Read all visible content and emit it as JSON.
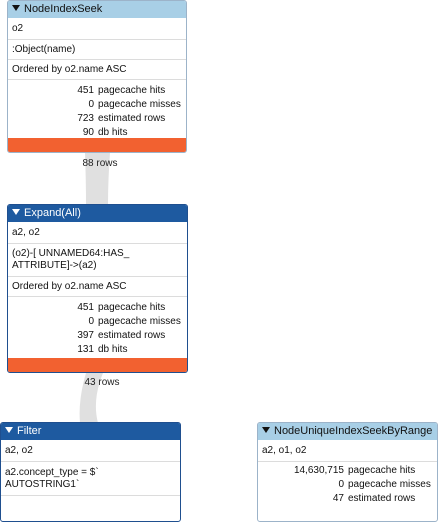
{
  "colors": {
    "header_light": "#a8cfe6",
    "header_dark": "#1e5aa0",
    "time_bar": "#f26130",
    "edge": "#e0e0e0"
  },
  "nodes": {
    "node_index_seek": {
      "title": "NodeIndexSeek",
      "identifiers": "o2",
      "details": ":Object(name)",
      "order": "Ordered by o2.name ASC",
      "stats": [
        {
          "value": "451",
          "label": "pagecache hits"
        },
        {
          "value": "0",
          "label": "pagecache misses"
        },
        {
          "value": "723",
          "label": "estimated rows"
        },
        {
          "value": "90",
          "label": "db hits"
        }
      ]
    },
    "expand_all": {
      "title": "Expand(All)",
      "identifiers": "a2, o2",
      "details_line1": "(o2)-[ UNNAMED64:HAS_",
      "details_line2": "ATTRIBUTE]->(a2)",
      "order": "Ordered by o2.name ASC",
      "stats": [
        {
          "value": "451",
          "label": "pagecache hits"
        },
        {
          "value": "0",
          "label": "pagecache misses"
        },
        {
          "value": "397",
          "label": "estimated rows"
        },
        {
          "value": "131",
          "label": "db hits"
        }
      ]
    },
    "filter": {
      "title": "Filter",
      "identifiers": "a2, o2",
      "details_line1": "a2.concept_type = $`",
      "details_line2": "AUTOSTRING1`"
    },
    "node_unique_index_seek_by_range": {
      "title": "NodeUniqueIndexSeekByRange",
      "identifiers": "a2, o1, o2",
      "stats": [
        {
          "value": "14,630,715",
          "label": "pagecache hits"
        },
        {
          "value": "0",
          "label": "pagecache misses"
        },
        {
          "value": "47",
          "label": "estimated rows"
        }
      ]
    }
  },
  "edges": {
    "seek_to_expand": "88 rows",
    "expand_to_filter": "43 rows"
  }
}
